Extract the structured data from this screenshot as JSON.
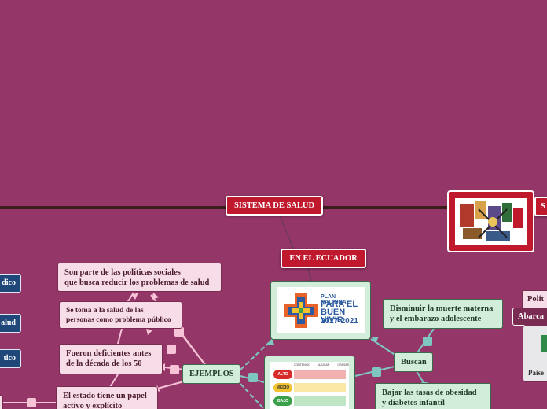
{
  "nodes": {
    "sistema_salud": "SISTEMA DE SALUD",
    "en_ecuador": "EN EL ECUADOR",
    "sistema_right_partial": "S",
    "ejemplos": "EJEMPLOS",
    "buscan": "Buscan",
    "parte_politicas": "Son parte de las políticas sociales\nque busca reducir los problemas de salud",
    "se_toma": "Se toma a la salud de las\npersonas como problema público",
    "deficientes": "Fueron deficientes antes\nde la década de los 50",
    "papel_activo": "El estado tiene un papel\nactivo y explícito",
    "mortalidad": "Disminuir la muerte materna\ny el embarazo adolescente",
    "obesidad": "Bajar las tasas de  obesidad\ny diabetes infantil",
    "politi_partial": "Polít",
    "abarca_partial": "Abarca",
    "paises_partial": "Paíse"
  },
  "left_tabs": [
    "dico",
    "alud",
    "tico"
  ],
  "plan_image": {
    "line1": "PLAN NACIONAL",
    "line2": "PARA EL\nBUEN VIVIR",
    "line3": "2017-2021"
  },
  "semaforo_image": {
    "headers": [
      "CONTENIDO",
      "AZÚCAR",
      "GRASAS"
    ],
    "rows": [
      "ALTO",
      "MEDIO",
      "BAJO"
    ]
  },
  "colors": {
    "background": "#943768",
    "red_node": "#c0192e",
    "pink_node": "#f7dde8",
    "green_node": "#d2eedb",
    "blue_tab": "#1f477a",
    "pink_line": "#f7c4d7",
    "teal_line": "#7fc6c0"
  }
}
